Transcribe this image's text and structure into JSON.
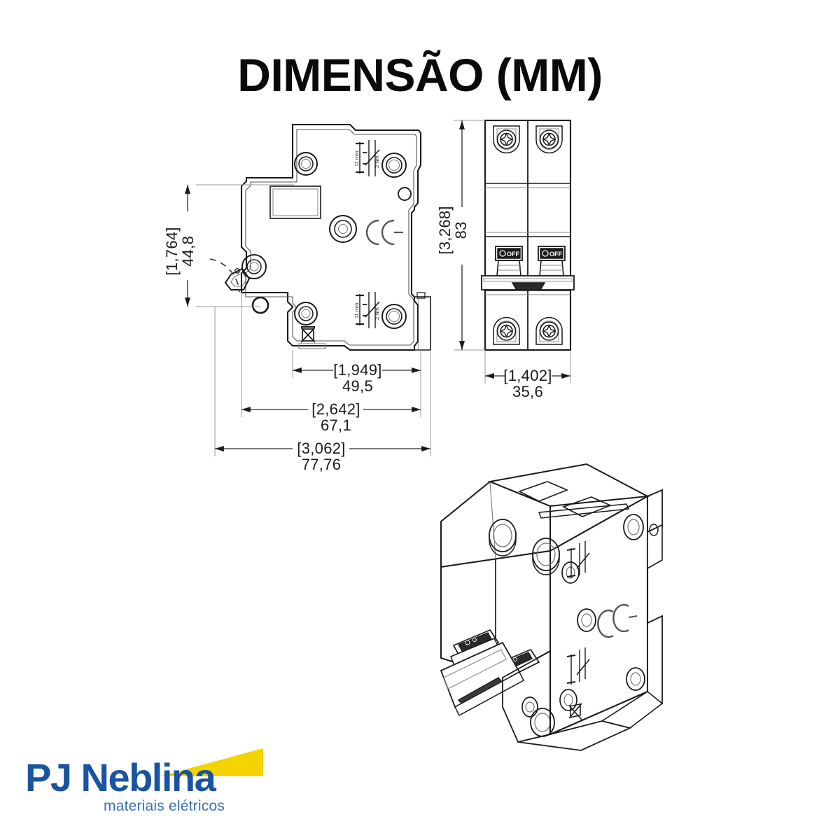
{
  "page": {
    "title": "DIMENSÃO (MM)",
    "background_color": "#FFFFFF",
    "line_color": "#1A1A1A",
    "text_color": "#0A0A0A"
  },
  "views": {
    "side_view": {
      "name": "side-view",
      "marks": {
        "ce_mark": "CE",
        "weee_mark": "crossed-out-wheeled-bin",
        "terminal_note_depth": "11 mm",
        "terminal_note_torque": "2 Nm"
      }
    },
    "front_view": {
      "name": "front-view",
      "poles": 2,
      "toggle_label": "OFF"
    },
    "isometric_view": {
      "name": "isometric-view",
      "poles": 2,
      "marks": {
        "ce_mark": "CE",
        "weee_mark": "crossed-out-wheeled-bin"
      }
    }
  },
  "dimensions": {
    "side_height": {
      "label": "side-height",
      "inch": "[1,764]",
      "mm": "44,8",
      "orientation": "vertical"
    },
    "side_depth_1": {
      "label": "side-depth-body",
      "inch": "[1,949]",
      "mm": "49,5",
      "orientation": "horizontal"
    },
    "side_depth_2": {
      "label": "side-depth-mid",
      "inch": "[2,642]",
      "mm": "67,1",
      "orientation": "horizontal"
    },
    "side_depth_3": {
      "label": "side-depth-total",
      "inch": "[3,062]",
      "mm": "77,76",
      "orientation": "horizontal"
    },
    "front_height": {
      "label": "front-height",
      "inch": "[3,268]",
      "mm": "83",
      "orientation": "vertical"
    },
    "front_width": {
      "label": "front-width",
      "inch": "[1,402]",
      "mm": "35,6",
      "orientation": "horizontal"
    }
  },
  "logo": {
    "word_pj": "PJ",
    "word_neblina": "Neblina",
    "tagline": "materiais elétricos",
    "blue": "#1A53A0",
    "yellow": "#F4D400"
  }
}
